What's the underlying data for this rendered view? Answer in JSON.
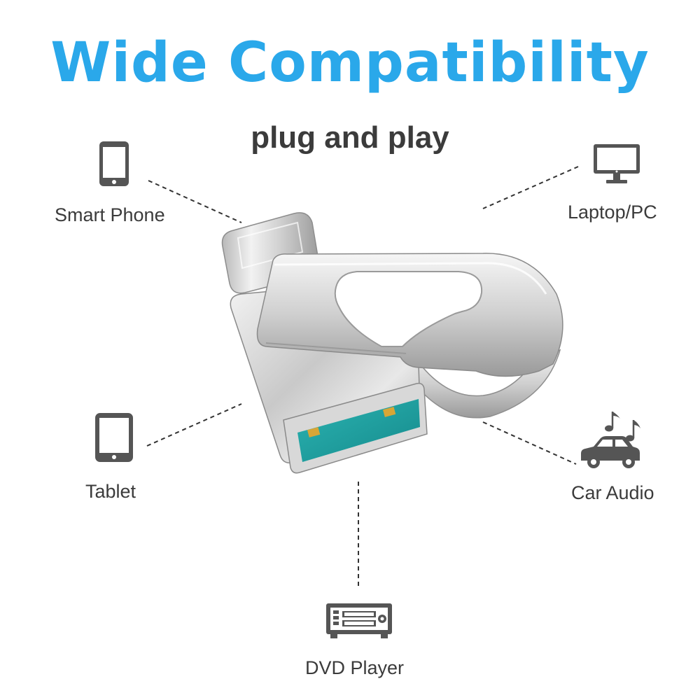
{
  "title": "Wide Compatibility",
  "subtitle": "plug and play",
  "accent_color": "#2aa8ea",
  "text_color": "#3b3b3b",
  "devices": [
    {
      "label": "Smart Phone",
      "icon": "smartphone-icon"
    },
    {
      "label": "Laptop/PC",
      "icon": "monitor-icon"
    },
    {
      "label": "Tablet",
      "icon": "tablet-icon"
    },
    {
      "label": "Car Audio",
      "icon": "car-music-icon"
    },
    {
      "label": "DVD Player",
      "icon": "dvd-player-icon"
    }
  ],
  "product": "usb-c-flash-drive-image"
}
